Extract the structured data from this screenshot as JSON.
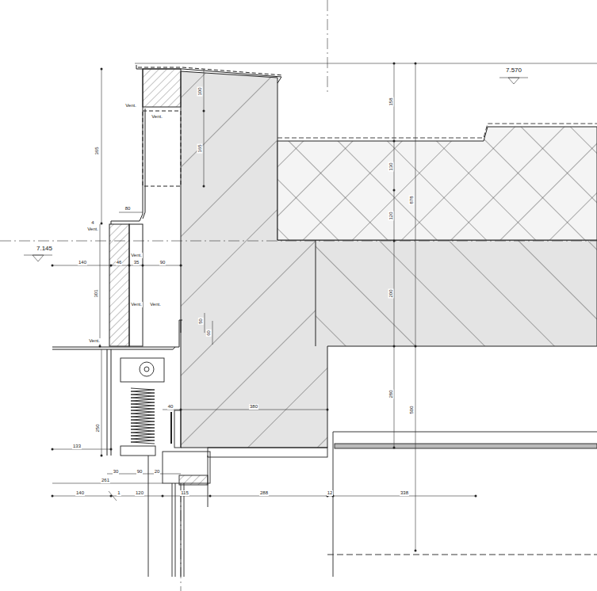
{
  "diagram": {
    "labels": [
      "7.570",
      "7.145",
      "365",
      "100",
      "165",
      "80",
      "4",
      "Vent.",
      "140",
      "46",
      "35",
      "90",
      "301",
      "Vent.",
      "Vent.",
      "Vent.",
      "50",
      "60",
      "Vent.",
      "250",
      "40",
      "380",
      "133",
      "30",
      "90",
      "20",
      "261",
      "140",
      "1",
      "120",
      "115",
      "288",
      "12",
      "338",
      "158",
      "130",
      "120",
      "878",
      "200",
      "280",
      "500",
      "Vent.",
      "Vent."
    ]
  }
}
